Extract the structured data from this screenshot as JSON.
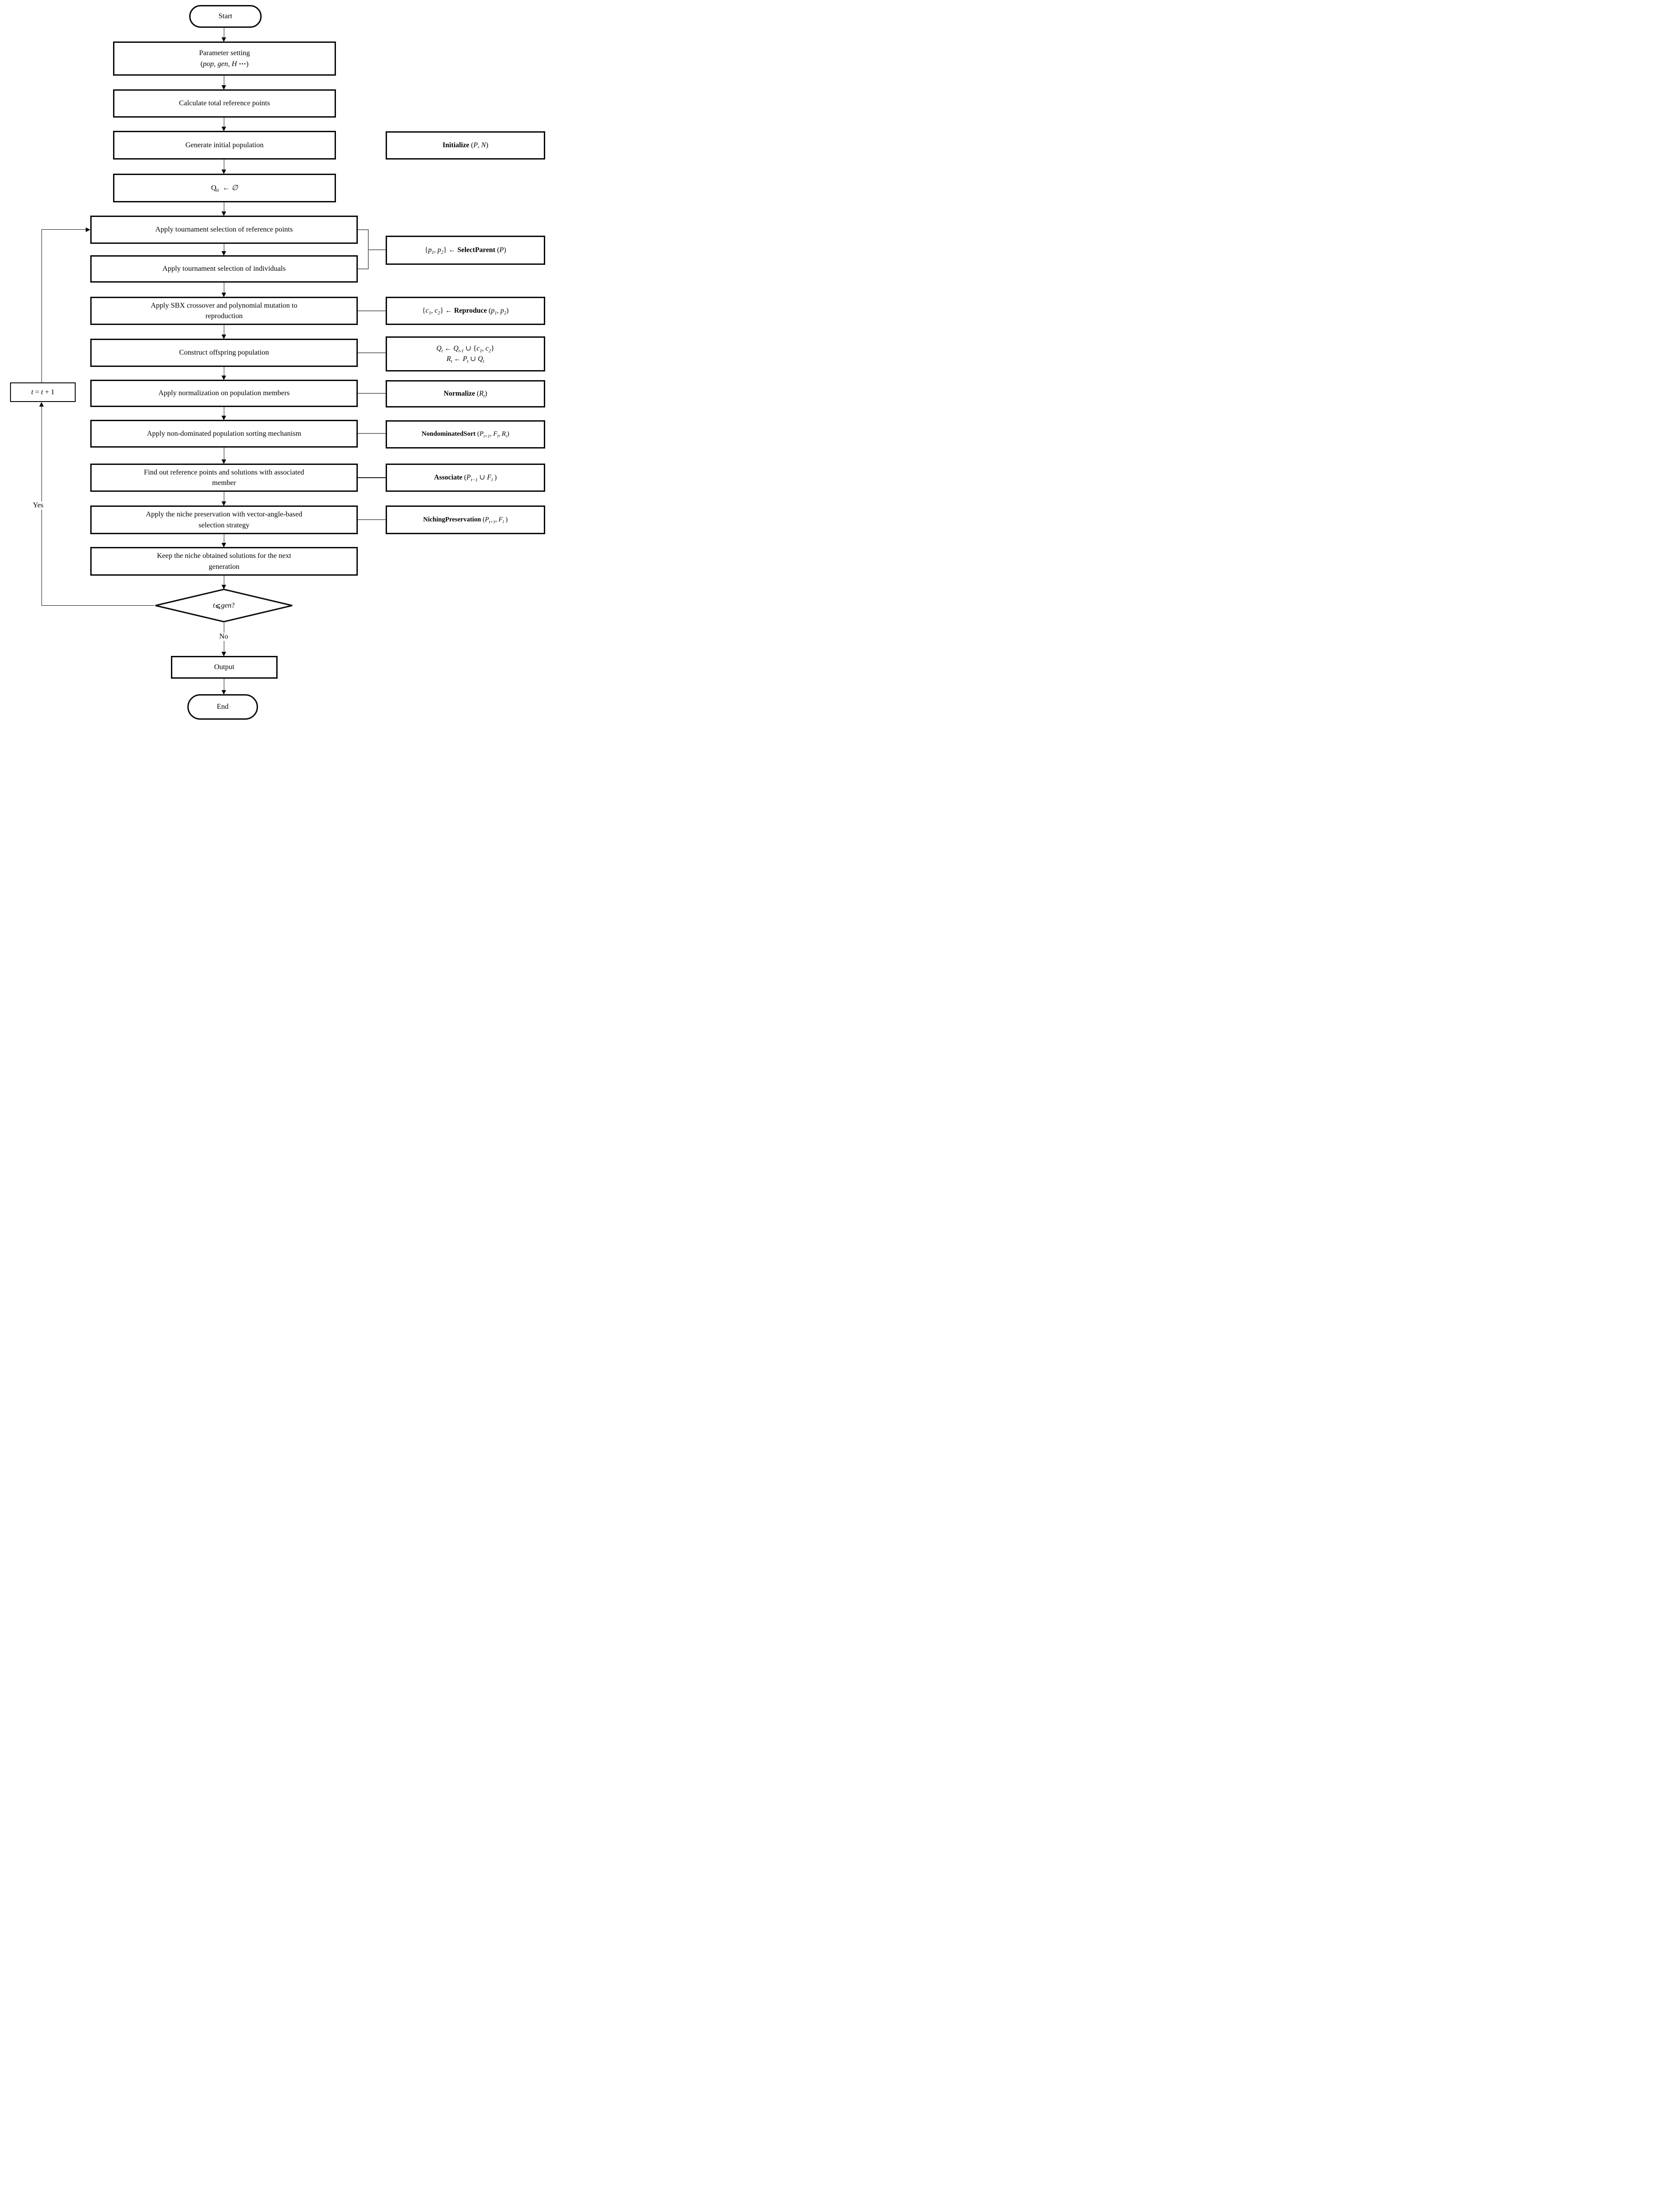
{
  "figure": {
    "background": "#ffffff",
    "line_color": "#1a1a1a",
    "box_border_color": "#0a0a0a"
  },
  "labels": {
    "yes": "Yes",
    "no": "No"
  },
  "nodes": {
    "start": {
      "segments": [
        {
          "t": "Start"
        }
      ]
    },
    "param": {
      "segments": [
        {
          "t": "Parameter setting"
        },
        {
          "br": 1
        },
        {
          "t": "("
        },
        {
          "t": "pop, gen, H ",
          "i": 1
        },
        {
          "t": "⋯",
          "b": 1
        },
        {
          "t": ")"
        }
      ]
    },
    "calc": {
      "segments": [
        {
          "t": "Calculate total reference points"
        }
      ]
    },
    "generate": {
      "segments": [
        {
          "t": "Generate initial population"
        }
      ]
    },
    "q0": {
      "segments": [
        {
          "t": "Q"
        },
        {
          "t": "0",
          "sub": 1
        },
        {
          "t": "  "
        },
        {
          "t": "←",
          "b": 1
        },
        {
          "t": " "
        },
        {
          "t": "∅",
          "i": 1
        }
      ]
    },
    "t1": {
      "segments": [
        {
          "t": "Apply tournament selection of reference points"
        }
      ]
    },
    "t2": {
      "segments": [
        {
          "t": "Apply tournament selection of individuals"
        }
      ]
    },
    "sbx": {
      "segments": [
        {
          "t": "Apply SBX crossover and polynomial mutation to"
        },
        {
          "br": 1
        },
        {
          "t": "reproduction"
        }
      ]
    },
    "construct": {
      "segments": [
        {
          "t": "Construct offspring population"
        }
      ]
    },
    "norm": {
      "segments": [
        {
          "t": "Apply normalization on population members"
        }
      ]
    },
    "nondom": {
      "segments": [
        {
          "t": "Apply non-dominated population sorting mechanism"
        }
      ]
    },
    "findout": {
      "segments": [
        {
          "t": "Find out reference points and solutions with associated"
        },
        {
          "br": 1
        },
        {
          "t": "member"
        }
      ]
    },
    "niche": {
      "segments": [
        {
          "t": "Apply the niche preservation with vector-angle-based"
        },
        {
          "br": 1
        },
        {
          "t": "selection strategy"
        }
      ]
    },
    "keep": {
      "segments": [
        {
          "t": "Keep the niche obtained solutions for the next"
        },
        {
          "br": 1
        },
        {
          "t": "generation"
        }
      ]
    },
    "decision": {
      "segments": [
        {
          "t": "t",
          "i": 1
        },
        {
          "t": " ⩽ "
        },
        {
          "t": "gen",
          "i": 1
        },
        {
          "t": " ?"
        }
      ]
    },
    "output": {
      "segments": [
        {
          "t": "Output"
        }
      ]
    },
    "end": {
      "segments": [
        {
          "t": "End"
        }
      ]
    },
    "tinc": {
      "segments": [
        {
          "t": "t",
          "i": 1
        },
        {
          "t": " = "
        },
        {
          "t": "t",
          "i": 1
        },
        {
          "t": " + 1"
        }
      ]
    },
    "initialize": {
      "segments": [
        {
          "t": "Initialize",
          "b": 1
        },
        {
          "t": " ("
        },
        {
          "t": "P",
          "i": 1
        },
        {
          "t": ", "
        },
        {
          "t": "N",
          "i": 1
        },
        {
          "t": ")"
        }
      ]
    },
    "selectparent": {
      "segments": [
        {
          "t": "{"
        },
        {
          "t": "p",
          "i": 1
        },
        {
          "t": "1",
          "sub": 1,
          "i": 1
        },
        {
          "t": ", "
        },
        {
          "t": "p",
          "i": 1
        },
        {
          "t": "2",
          "sub": 1,
          "i": 1
        },
        {
          "t": "} "
        },
        {
          "t": "←",
          "b": 1
        },
        {
          "t": " "
        },
        {
          "t": "SelectParent",
          "b": 1
        },
        {
          "t": " ("
        },
        {
          "t": "P",
          "i": 1
        },
        {
          "t": ")"
        }
      ]
    },
    "reproduce": {
      "segments": [
        {
          "t": "{"
        },
        {
          "t": "c",
          "i": 1
        },
        {
          "t": "1",
          "sub": 1,
          "i": 1
        },
        {
          "t": ", "
        },
        {
          "t": "c",
          "i": 1
        },
        {
          "t": "2",
          "sub": 1,
          "i": 1
        },
        {
          "t": "} "
        },
        {
          "t": "←",
          "b": 1
        },
        {
          "t": " "
        },
        {
          "t": "Reproduce",
          "b": 1
        },
        {
          "t": " ("
        },
        {
          "t": "p",
          "i": 1
        },
        {
          "t": "1",
          "sub": 1,
          "i": 1
        },
        {
          "t": ", "
        },
        {
          "t": "p",
          "i": 1
        },
        {
          "t": "2",
          "sub": 1,
          "i": 1
        },
        {
          "t": ")"
        }
      ]
    },
    "qtbox": {
      "segments": [
        {
          "t": "Q",
          "i": 1
        },
        {
          "t": "t",
          "sub": 1,
          "i": 1
        },
        {
          "t": " "
        },
        {
          "t": "←",
          "b": 1
        },
        {
          "t": " "
        },
        {
          "t": "Q",
          "i": 1
        },
        {
          "t": "t-1",
          "sub": 1,
          "i": 1
        },
        {
          "t": " ∪ {"
        },
        {
          "t": "c",
          "i": 1
        },
        {
          "t": "1",
          "sub": 1,
          "i": 1
        },
        {
          "t": ", "
        },
        {
          "t": "c",
          "i": 1
        },
        {
          "t": "2",
          "sub": 1,
          "i": 1
        },
        {
          "t": "}"
        },
        {
          "br": 1
        },
        {
          "t": "R",
          "i": 1
        },
        {
          "t": "t",
          "sub": 1,
          "i": 1
        },
        {
          "t": " "
        },
        {
          "t": "←",
          "b": 1
        },
        {
          "t": " "
        },
        {
          "t": "P",
          "i": 1
        },
        {
          "t": "t",
          "sub": 1,
          "i": 1
        },
        {
          "t": " ∪ "
        },
        {
          "t": "Q",
          "i": 1
        },
        {
          "t": "t",
          "sub": 1,
          "i": 1
        }
      ]
    },
    "normalize": {
      "segments": [
        {
          "t": "Normalize",
          "b": 1
        },
        {
          "t": " ("
        },
        {
          "t": "R",
          "i": 1
        },
        {
          "t": "t",
          "sub": 1,
          "i": 1
        },
        {
          "t": ")"
        }
      ]
    },
    "nondomsort": {
      "segments": [
        {
          "t": "NondominatedSort",
          "b": 1
        },
        {
          "t": " ("
        },
        {
          "t": "P",
          "i": 1
        },
        {
          "t": "t+1",
          "sub": 1,
          "i": 1
        },
        {
          "t": ", "
        },
        {
          "t": "F",
          "i": 1
        },
        {
          "t": "l",
          "sub": 1,
          "i": 1
        },
        {
          "t": ", "
        },
        {
          "t": "R",
          "i": 1
        },
        {
          "t": "t",
          "sub": 1,
          "i": 1
        },
        {
          "t": ")"
        }
      ]
    },
    "associate": {
      "segments": [
        {
          "t": "Associate",
          "b": 1
        },
        {
          "t": " ("
        },
        {
          "t": "P",
          "i": 1
        },
        {
          "t": "t−1",
          "sub": 1,
          "i": 1
        },
        {
          "t": " ∪ "
        },
        {
          "t": "F",
          "i": 1
        },
        {
          "t": "l",
          "sub": 1,
          "i": 1
        },
        {
          "t": " )"
        }
      ]
    },
    "nichingpres": {
      "segments": [
        {
          "t": "NichingPreservation",
          "b": 1
        },
        {
          "t": " ("
        },
        {
          "t": "P",
          "i": 1
        },
        {
          "t": "t+1",
          "sub": 1,
          "i": 1
        },
        {
          "t": ", "
        },
        {
          "t": "F",
          "i": 1
        },
        {
          "t": "l",
          "sub": 1,
          "i": 1
        },
        {
          "t": " )"
        }
      ]
    }
  }
}
